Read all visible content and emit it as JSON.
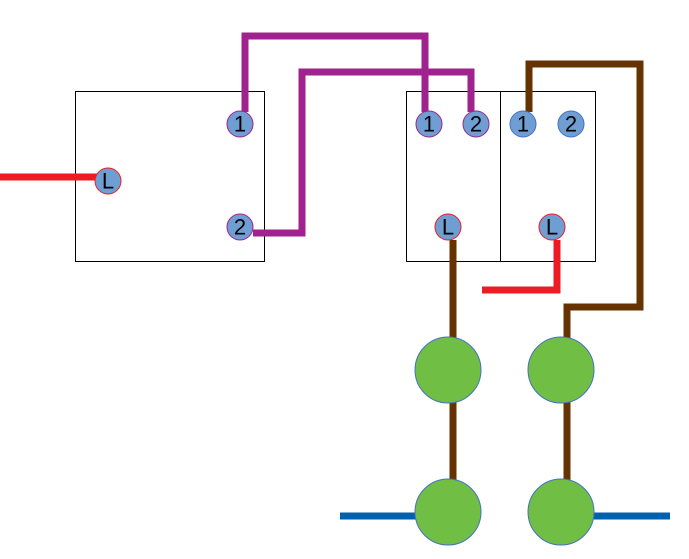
{
  "colors": {
    "live_wire": "#ED1C24",
    "strapper_wire": "#A0228E",
    "switched_wire": "#663300",
    "neutral_wire": "#0061AF",
    "terminal_fill": "#6F9ED3",
    "lamp_fill": "#70BF44",
    "lamp_outline": "#4472C4"
  },
  "left_switch": {
    "terminals": [
      {
        "label": "L"
      },
      {
        "label": "1"
      },
      {
        "label": "2"
      }
    ]
  },
  "right_switch_gang_1": {
    "terminals": [
      {
        "label": "1"
      },
      {
        "label": "2"
      },
      {
        "label": "L"
      }
    ]
  },
  "right_switch_gang_2": {
    "terminals": [
      {
        "label": "1"
      },
      {
        "label": "2"
      },
      {
        "label": "L"
      }
    ]
  }
}
